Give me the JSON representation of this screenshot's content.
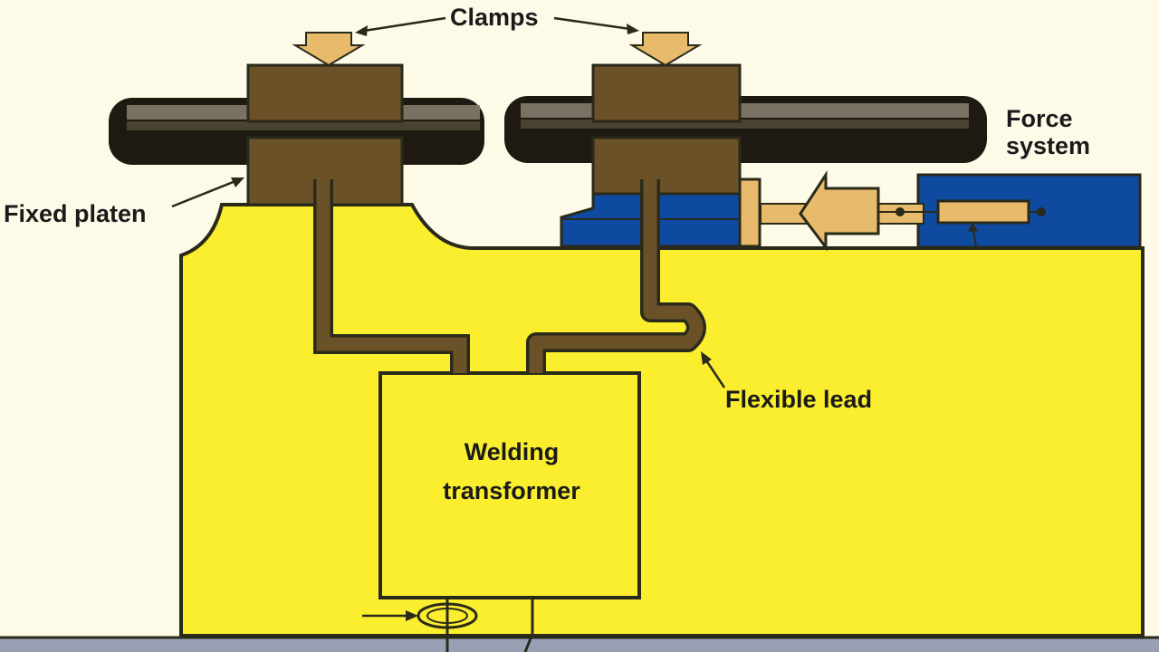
{
  "labels": {
    "clamps": "Clamps",
    "force_system_line1": "Force",
    "force_system_line2": "system",
    "fixed_platen": "Fixed platen",
    "flexible_lead": "Flexible lead",
    "welding_transformer_line1": "Welding",
    "welding_transformer_line2": "transformer"
  },
  "colors": {
    "background": "#fdfbe8",
    "machine_base": "#fbee2f",
    "outline": "#2a2a1a",
    "clamp_brown": "#6b5128",
    "workpiece_dark": "#1e1a12",
    "workpiece_light": "#8a8170",
    "arrow_tan": "#e8bb6c",
    "movable_platen_blue": "#0d4aa0",
    "floor": "#9aa0b4"
  }
}
